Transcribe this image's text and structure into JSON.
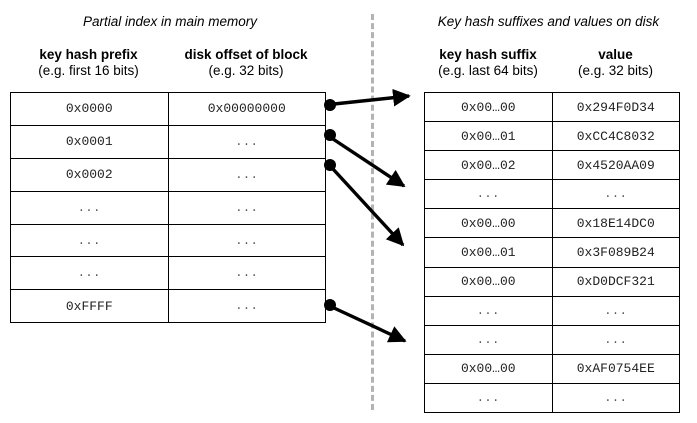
{
  "diagram": {
    "title_left": "Partial index in main memory",
    "title_right": "Key hash suffixes and values on disk",
    "divider_color": "#b3b3b3",
    "line_color": "#000000"
  },
  "left_table": {
    "headers": [
      {
        "line1": "key hash prefix",
        "line2": "(e.g. first 16 bits)"
      },
      {
        "line1": "disk offset of block",
        "line2": "(e.g. 32 bits)"
      }
    ],
    "rows": [
      {
        "prefix": "0x0000",
        "offset": "0x00000000"
      },
      {
        "prefix": "0x0001",
        "offset": "..."
      },
      {
        "prefix": "0x0002",
        "offset": "..."
      },
      {
        "prefix": "...",
        "offset": "..."
      },
      {
        "prefix": "...",
        "offset": "..."
      },
      {
        "prefix": "...",
        "offset": "..."
      },
      {
        "prefix": "0xFFFF",
        "offset": "..."
      }
    ]
  },
  "right_table": {
    "headers": [
      {
        "line1": "key hash suffix",
        "line2": "(e.g. last 64 bits)"
      },
      {
        "line1": "value",
        "line2": "(e.g. 32 bits)"
      }
    ],
    "rows": [
      {
        "suffix": "0x00…00",
        "value": "0x294F0D34"
      },
      {
        "suffix": "0x00…01",
        "value": "0xCC4C8032"
      },
      {
        "suffix": "0x00…02",
        "value": "0x4520AA09"
      },
      {
        "suffix": "...",
        "value": "..."
      },
      {
        "suffix": "0x00…00",
        "value": "0x18E14DC0"
      },
      {
        "suffix": "0x00…01",
        "value": "0x3F089B24"
      },
      {
        "suffix": "0x00…00",
        "value": "0xD0DCF321"
      },
      {
        "suffix": "...",
        "value": "..."
      },
      {
        "suffix": "...",
        "value": "..."
      },
      {
        "suffix": "0x00…00",
        "value": "0xAF0754EE"
      },
      {
        "suffix": "...",
        "value": "..."
      }
    ]
  },
  "pointers": [
    {
      "name": "pointer-row-1",
      "from_row": 1,
      "to_row": 1
    },
    {
      "name": "pointer-row-2",
      "from_row": 2,
      "to_row": 4
    },
    {
      "name": "pointer-row-3",
      "from_row": 3,
      "to_row": 6
    },
    {
      "name": "pointer-row-7",
      "from_row": 7,
      "to_row": 9
    }
  ]
}
